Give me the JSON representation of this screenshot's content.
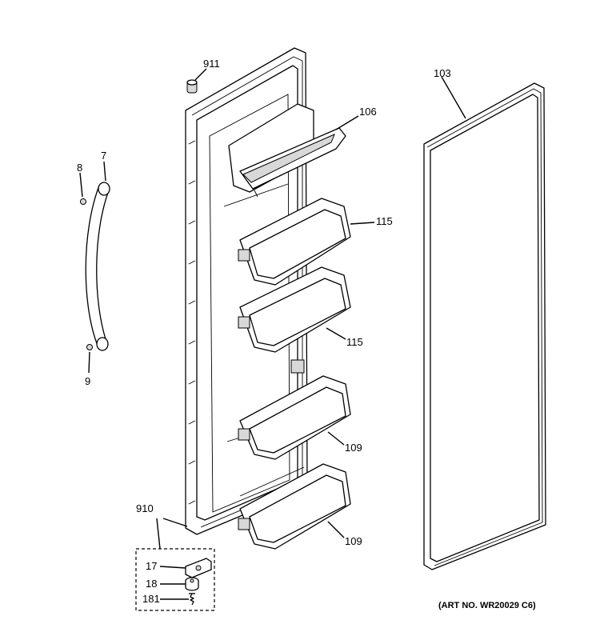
{
  "callouts": {
    "c911": "911",
    "c106": "106",
    "c103": "103",
    "c7": "7",
    "c8": "8",
    "c9": "9",
    "c115a": "115",
    "c115b": "115",
    "c109a": "109",
    "c109b": "109",
    "c910": "910",
    "c17": "17",
    "c18": "18",
    "c181": "181"
  },
  "art_number": "(ART NO. WR20029 C6)"
}
